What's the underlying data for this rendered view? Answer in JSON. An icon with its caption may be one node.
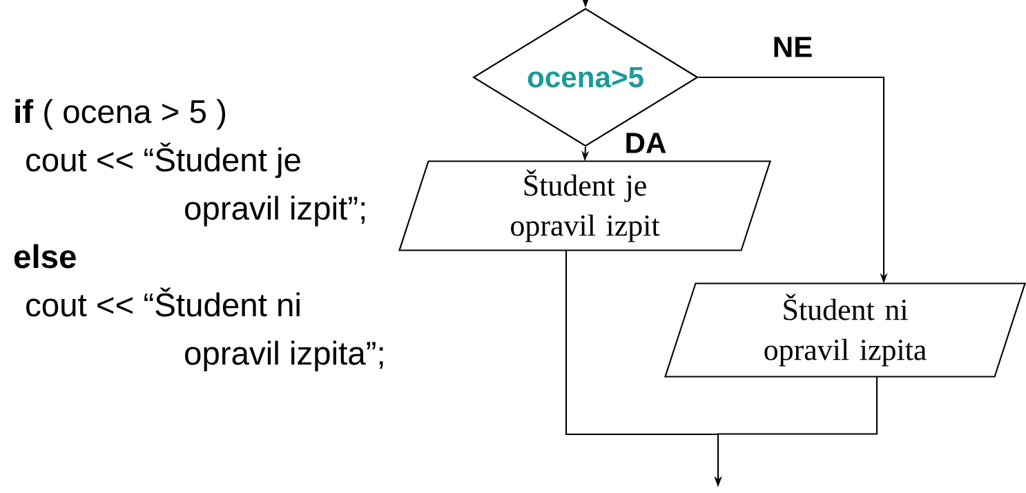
{
  "diagram": {
    "nodes": [
      {
        "text": [
          "ocena>5"
        ]
      },
      {
        "text": [
          "Študent je opravil izpit"
        ]
      },
      {
        "text": [
          "Študent ni opravil izpita"
        ]
      }
    ],
    "edges": [
      {
        "from": null,
        "to": 0,
        "arrow": "to"
      },
      {
        "from": 0,
        "to": 1,
        "arrow": "to",
        "label": "DA"
      },
      {
        "from": 0,
        "to": 2,
        "arrow": "to",
        "label": "NE"
      },
      {
        "from": 1,
        "to": null,
        "arrow": "to"
      },
      {
        "from": 2,
        "to": null,
        "arrow": "to"
      }
    ],
    "labels": [
      "**if** ( ocena > 5 )",
      "cout << “Študent je",
      "opravil izpit”;",
      "else",
      "cout << “Študent ni",
      "opravil izpita”;"
    ]
  }
}
